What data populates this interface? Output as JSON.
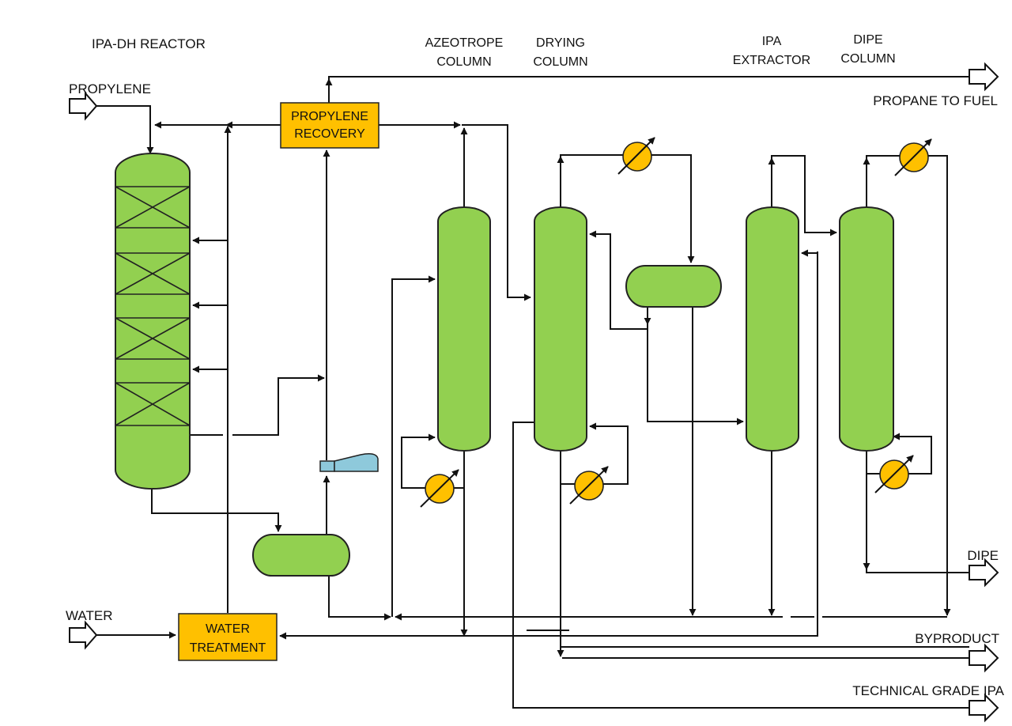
{
  "colors": {
    "vessel": "#92d050",
    "exchanger": "#ffc000",
    "box": "#ffc000",
    "compressor": "#8ec9db",
    "line": "#111111"
  },
  "labels": {
    "reactor": "IPA-DH REACTOR",
    "azeotrope_l1": "AZEOTROPE",
    "azeotrope_l2": "COLUMN",
    "drying_l1": "DRYING",
    "drying_l2": "COLUMN",
    "extractor_l1": "IPA",
    "extractor_l2": "EXTRACTOR",
    "dipe_l1": "DIPE",
    "dipe_l2": "COLUMN",
    "propylene": "PROPYLENE",
    "water": "WATER",
    "propane_to_fuel": "PROPANE TO FUEL",
    "dipe_product": "DIPE",
    "byproduct": "BYPRODUCT",
    "technical_ipa": "TECHNICAL GRADE IPA"
  },
  "boxes": {
    "recovery_l1": "PROPYLENE",
    "recovery_l2": "RECOVERY",
    "treatment_l1": "WATER",
    "treatment_l2": "TREATMENT"
  },
  "icons": {
    "feed_arrow": "open-arrow-icon",
    "heat_exchanger": "heat-exchanger-icon",
    "compressor": "compressor-icon"
  }
}
